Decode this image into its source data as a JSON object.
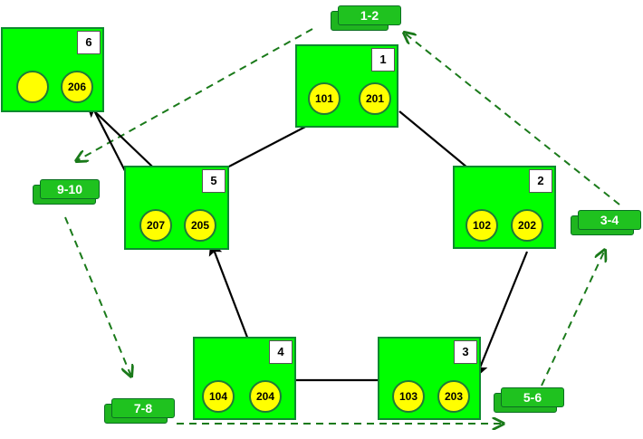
{
  "colors": {
    "box_fill": "#00ff00",
    "box_border": "#0d8a2e",
    "circle_fill": "#ffff00",
    "tag_fill": "#1fc21f",
    "solid_arrow": "#000000",
    "dashed_arrow": "#1a7a1a"
  },
  "boxes": [
    {
      "number": "1",
      "slots": [
        "101",
        "201"
      ]
    },
    {
      "number": "2",
      "slots": [
        "102",
        "202"
      ]
    },
    {
      "number": "3",
      "slots": [
        "103",
        "203"
      ]
    },
    {
      "number": "4",
      "slots": [
        "104",
        "204"
      ]
    },
    {
      "number": "5",
      "slots": [
        "207",
        "205"
      ]
    },
    {
      "number": "6",
      "slots": [
        "",
        "206"
      ]
    }
  ],
  "tags": [
    "1-2",
    "3-4",
    "5-6",
    "7-8",
    "9-10"
  ]
}
